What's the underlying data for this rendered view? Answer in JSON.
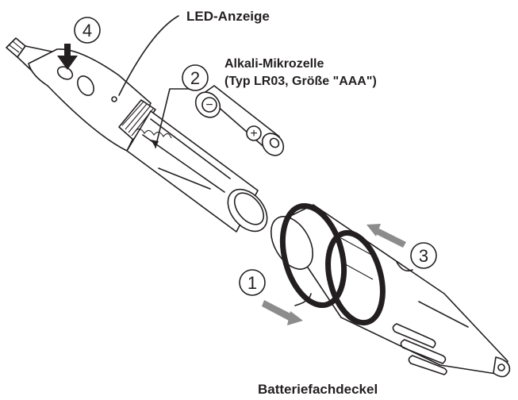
{
  "labels": {
    "led": "LED-Anzeige",
    "battery_line1": "Alkali-Mikrozelle",
    "battery_line2": "(Typ LR03, Größe \"AAA\")",
    "cover": "Batteriefachdeckel"
  },
  "steps": {
    "step1": "1",
    "step2": "2",
    "step3": "3",
    "step4": "4"
  },
  "battery_symbols": {
    "minus": "−",
    "plus": "+"
  },
  "colors": {
    "line": "#231f20",
    "arrow_grey": "#8c8c8c"
  }
}
